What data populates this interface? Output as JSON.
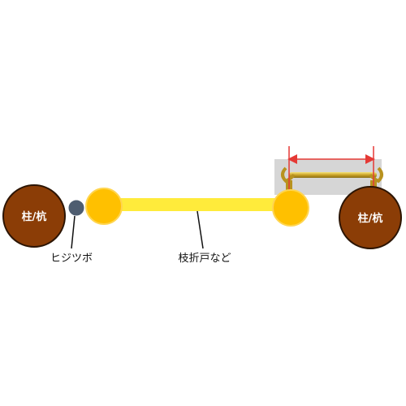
{
  "labels": {
    "left_post": "柱/杭",
    "right_post": "柱/杭",
    "hinge": "ヒジツボ",
    "gate": "枝折戸など"
  },
  "colors": {
    "post_fill": "#8b3d06",
    "gate_fill": "#ffc000",
    "gate_bar": "#ffeb3b",
    "hinge_fill": "#4e5d70",
    "dimension_arrow": "#e53935",
    "photo_bg": "#d6d6d6"
  }
}
